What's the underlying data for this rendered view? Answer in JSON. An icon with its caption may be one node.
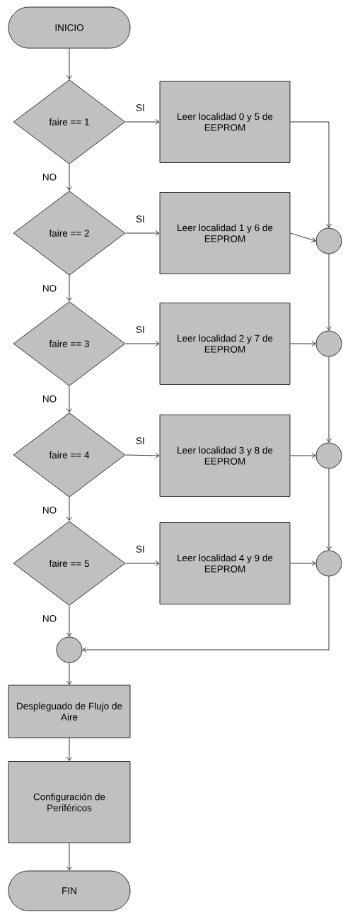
{
  "diagram": {
    "nodes": [
      {
        "text": [
          "INICIO"
        ]
      },
      {
        "text": [
          "faire == 1"
        ]
      },
      {
        "text": [
          "Leer localidad 0 y 5 de EEPROM"
        ]
      },
      {
        "text": [
          "faire == 2"
        ]
      },
      {
        "text": [
          "Leer localidad 1 y 6 de EEPROM"
        ]
      },
      {
        "text": [],
        "shape": "circle"
      },
      {
        "text": [
          "faire == 3"
        ]
      },
      {
        "text": [
          "Leer localidad 2 y 7 de EEPROM"
        ]
      },
      {
        "text": [],
        "shape": "circle"
      },
      {
        "text": [
          "faire == 4"
        ]
      },
      {
        "text": [
          "Leer localidad 3 y 8 de EEPROM"
        ]
      },
      {
        "text": [],
        "shape": "circle"
      },
      {
        "text": [
          "faire == 5"
        ]
      },
      {
        "text": [
          "Leer localidad 4 y 9 de EEPROM"
        ]
      },
      {
        "text": [],
        "shape": "circle"
      },
      {
        "text": [],
        "shape": "circle"
      },
      {
        "text": [
          "Despleguado de Flujo de Aire"
        ]
      },
      {
        "text": [
          "Configuración de Periféricos"
        ]
      },
      {
        "text": [
          "FIN"
        ]
      }
    ],
    "edges": [
      {
        "from": 0,
        "to": 1,
        "arrow": "to"
      },
      {
        "from": 1,
        "to": 2,
        "arrow": "to",
        "label": "SI"
      },
      {
        "from": 1,
        "to": 3,
        "arrow": "to",
        "label": "NO"
      },
      {
        "from": 2,
        "to": 5,
        "arrow": "to"
      },
      {
        "from": 3,
        "to": 4,
        "arrow": "to",
        "label": "SI"
      },
      {
        "from": 3,
        "to": 6,
        "arrow": "to",
        "label": "NO"
      },
      {
        "from": 4,
        "to": 5,
        "arrow": "to"
      },
      {
        "from": 5,
        "to": 8,
        "arrow": "to"
      },
      {
        "from": 6,
        "to": 7,
        "arrow": "to",
        "label": "SI"
      },
      {
        "from": 6,
        "to": 9,
        "arrow": "to",
        "label": "NO"
      },
      {
        "from": 7,
        "to": 8,
        "arrow": "to"
      },
      {
        "from": 8,
        "to": 11,
        "arrow": "to"
      },
      {
        "from": 9,
        "to": 10,
        "arrow": "to",
        "label": "SI"
      },
      {
        "from": 9,
        "to": 12,
        "arrow": "to",
        "label": "NO"
      },
      {
        "from": 10,
        "to": 11,
        "arrow": "to"
      },
      {
        "from": 11,
        "to": 14,
        "arrow": "to"
      },
      {
        "from": 12,
        "to": 13,
        "arrow": "to",
        "label": "SI"
      },
      {
        "from": 12,
        "to": 15,
        "arrow": "to",
        "label": "NO"
      },
      {
        "from": 13,
        "to": 14,
        "arrow": "to"
      },
      {
        "from": 14,
        "to": 15,
        "arrow": "to"
      },
      {
        "from": 15,
        "to": 16,
        "arrow": "to"
      },
      {
        "from": 16,
        "to": 17,
        "arrow": "to"
      },
      {
        "from": 17,
        "to": 18,
        "arrow": "to"
      }
    ]
  }
}
